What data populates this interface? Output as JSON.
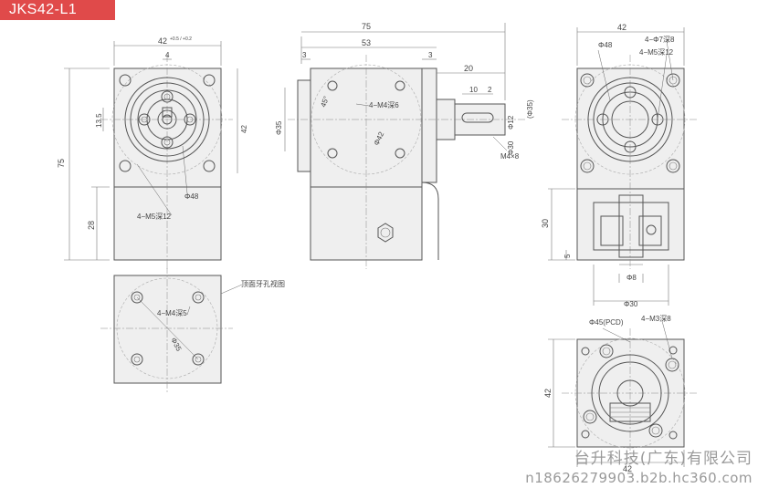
{
  "title": "JKS42-L1",
  "watermark": {
    "company": "台升科技(广东)有限公司",
    "url": "n18626279903.b2b.hc360.com"
  },
  "front_view": {
    "dim_width": "42",
    "tol_width": "+0.5 / +0.2",
    "dim_height_total": "75",
    "dim_lower": "28",
    "dim_13_5": "13.5",
    "dim_4": "4",
    "dim_right": "42",
    "dim_phi48": "Φ48",
    "note_holes": "4−M5深12"
  },
  "side_view": {
    "dim_75": "75",
    "dim_53": "53",
    "dim_3_left": "3",
    "dim_3_right": "3",
    "dim_20": "20",
    "dim_10": "10",
    "dim_2": "2",
    "dim_phi35": "Φ35",
    "dim_phi42": "Φ42",
    "angle_45": "45°",
    "note_holes": "4−M4深6",
    "dim_phi12": "Φ12",
    "dim_phi30": "Φ30",
    "dim_phi35_ref": "(Φ35)",
    "dim_m4x8": "M4×8"
  },
  "right_view": {
    "dim_width": "42",
    "dim_phi48": "Φ48",
    "note_phi7": "4−Φ7深8",
    "note_m5": "4−M5深12",
    "dim_30": "30",
    "dim_5": "5",
    "dim_phi8": "Φ8",
    "dim_phi30": "Φ30"
  },
  "top_view": {
    "note_holes": "4−M4深5",
    "dim_phi35": "Φ35",
    "note_view": "顶面牙孔视图"
  },
  "bottom_view": {
    "dim_pcd": "Φ45(PCD)",
    "note_holes": "4−M3深8",
    "dim_42_left": "42",
    "dim_42_bottom": "42"
  }
}
